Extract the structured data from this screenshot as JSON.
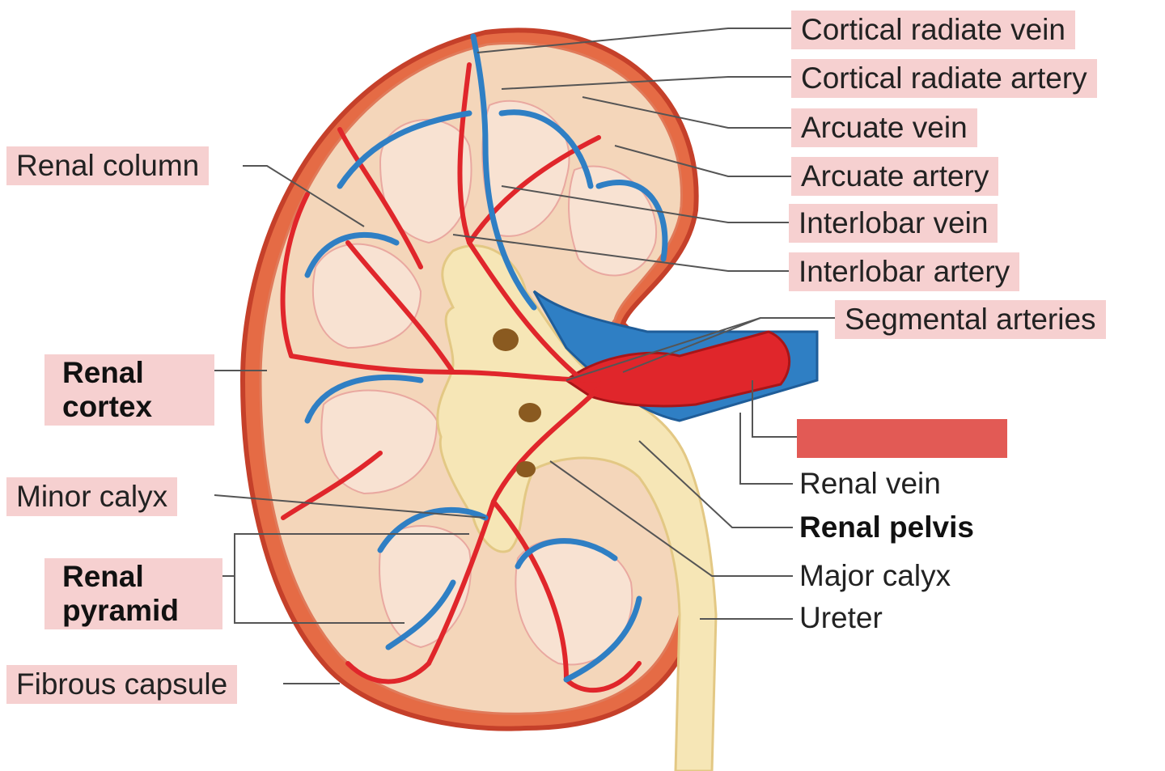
{
  "labels": {
    "cortical_radiate_vein": "Cortical radiate vein",
    "cortical_radiate_artery": "Cortical radiate artery",
    "arcuate_vein": "Arcuate vein",
    "arcuate_artery": "Arcuate artery",
    "interlobar_vein": "Interlobar vein",
    "interlobar_artery": "Interlobar artery",
    "segmental_arteries": "Segmental arteries",
    "renal_column": "Renal column",
    "renal_cortex_1": "Renal",
    "renal_cortex_2": "cortex",
    "minor_calyx": "Minor calyx",
    "renal_pyramid_1": "Renal",
    "renal_pyramid_2": "pyramid",
    "fibrous_capsule": "Fibrous capsule",
    "renal_vein": "Renal vein",
    "renal_pelvis": "Renal pelvis",
    "major_calyx": "Major calyx",
    "ureter": "Ureter"
  },
  "colors": {
    "label_highlight": "#f6d0d0",
    "artery": "#e0262b",
    "vein": "#2f7fc4",
    "cortex": "#f3d5b8",
    "capsule": "#d8502a",
    "pelvis": "#f5e7b8",
    "redacted_box": "#e25a55"
  }
}
